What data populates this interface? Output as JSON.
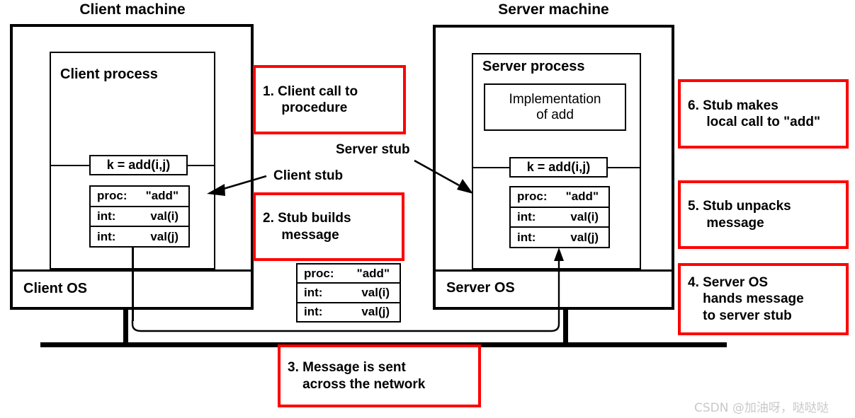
{
  "diagram": {
    "title_client": "Client machine",
    "title_server": "Server machine",
    "client": {
      "process_title": "Client process",
      "os_label": "Client OS",
      "call": "k = add(i,j)",
      "stub_rows": [
        {
          "key": "proc:",
          "value": "\"add\""
        },
        {
          "key": "int:",
          "value": "val(i)"
        },
        {
          "key": "int:",
          "value": "val(j)"
        }
      ]
    },
    "server": {
      "process_title": "Server process",
      "os_label": "Server OS",
      "implementation": "Implementation\nof add",
      "call": "k = add(i,j)",
      "stub_rows": [
        {
          "key": "proc:",
          "value": "\"add\""
        },
        {
          "key": "int:",
          "value": "val(i)"
        },
        {
          "key": "int:",
          "value": "val(j)"
        }
      ]
    },
    "wire_message_rows": [
      {
        "key": "proc:",
        "value": "\"add\""
      },
      {
        "key": "int:",
        "value": "val(i)"
      },
      {
        "key": "int:",
        "value": "val(j)"
      }
    ],
    "callouts": {
      "client_stub": "Client stub",
      "server_stub": "Server stub"
    },
    "steps": [
      {
        "id": "step-1",
        "text": "1. Client call to\n     procedure"
      },
      {
        "id": "step-2",
        "text": "2. Stub builds\n     message"
      },
      {
        "id": "step-3",
        "text": "3. Message is sent\n    across the network"
      },
      {
        "id": "step-4",
        "text": "4. Server OS\n    hands message\n    to server stub"
      },
      {
        "id": "step-5",
        "text": "5. Stub unpacks\n     message"
      },
      {
        "id": "step-6",
        "text": "6. Stub makes\n     local call to \"add\""
      }
    ],
    "colors": {
      "note_border": "#ff0000",
      "line": "#000000",
      "background": "#ffffff",
      "watermark": "#c9c9c9"
    },
    "watermark": "CSDN @加油呀，哒哒哒"
  }
}
